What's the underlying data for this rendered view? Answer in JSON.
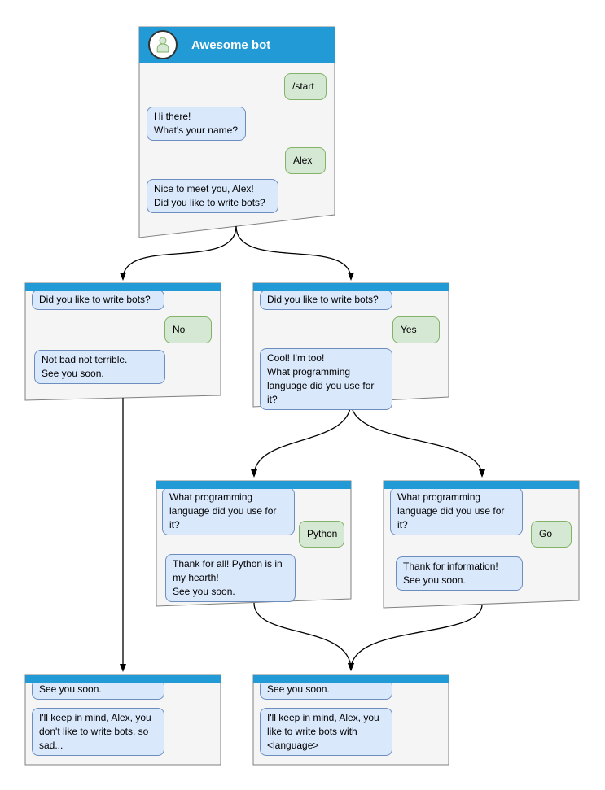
{
  "colors": {
    "header_blue": "#219AD6",
    "header_title": "#FFFFFF",
    "window_fill": "#F5F5F5",
    "window_border": "#808080",
    "bot_bubble_fill": "#DAE8FC",
    "bot_bubble_border": "#6C8EBF",
    "user_bubble_fill": "#D5E8D4",
    "user_bubble_border": "#82B366",
    "connector": "#000000",
    "message_text": "#000000",
    "avatar_ring": "#333333",
    "avatar_bg": "#FFFFFF"
  },
  "windows": {
    "main": {
      "title": "Awesome bot",
      "avatar_icon": "person-icon",
      "messages": [
        {
          "from": "user",
          "text": "/start"
        },
        {
          "from": "bot",
          "text": "Hi there!\nWhat's your name?"
        },
        {
          "from": "user",
          "text": "Alex"
        },
        {
          "from": "bot",
          "text": "Nice to meet you, Alex!\nDid you like to write bots?"
        }
      ]
    },
    "branch_no": {
      "messages": [
        {
          "from": "bot",
          "text": "Did you like to write bots?"
        },
        {
          "from": "user",
          "text": "No"
        },
        {
          "from": "bot",
          "text": "Not bad not terrible.\nSee you soon."
        }
      ]
    },
    "branch_yes": {
      "messages": [
        {
          "from": "bot",
          "text": "Did you like to write bots?"
        },
        {
          "from": "user",
          "text": "Yes"
        },
        {
          "from": "bot",
          "text": "Cool! I'm too!\nWhat programming\nlanguage did you use for it?"
        }
      ]
    },
    "branch_python": {
      "messages": [
        {
          "from": "bot",
          "text": "What programming\nlanguage did you use for it?"
        },
        {
          "from": "user",
          "text": "Python"
        },
        {
          "from": "bot",
          "text": "Thank for all! Python is in\nmy hearth!\nSee you soon."
        }
      ]
    },
    "branch_go": {
      "messages": [
        {
          "from": "bot",
          "text": "What programming\nlanguage did you use for it?"
        },
        {
          "from": "user",
          "text": "Go"
        },
        {
          "from": "bot",
          "text": "Thank for information!\nSee you soon."
        }
      ]
    },
    "end_no": {
      "messages": [
        {
          "from": "bot",
          "text": "See you soon."
        },
        {
          "from": "bot",
          "text": "I'll keep in mind, Alex, you\ndon't like to write bots, so\nsad..."
        }
      ]
    },
    "end_yes": {
      "messages": [
        {
          "from": "bot",
          "text": "See you soon."
        },
        {
          "from": "bot",
          "text": "I'll keep in mind, Alex, you\nlike to write bots with\n<language>"
        }
      ]
    }
  }
}
